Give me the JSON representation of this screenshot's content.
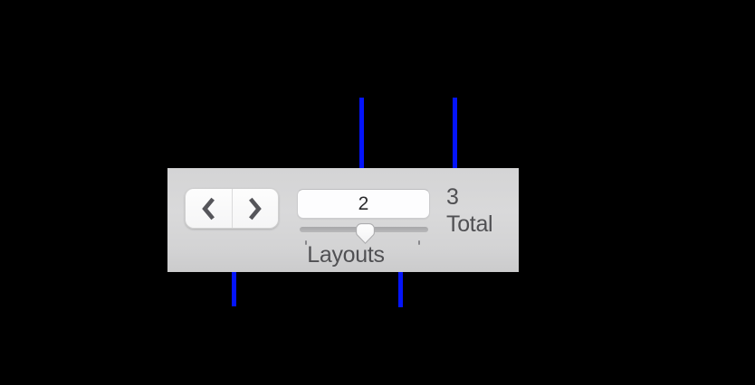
{
  "colors": {
    "background": "#000000",
    "callout_blue": "#0414fa",
    "panel_gradient_top": "#d4d4d5",
    "panel_gradient_bottom": "#cbcbcc",
    "label_text": "#505053",
    "field_text": "#2b2b2d",
    "chevron": "#55555a"
  },
  "toolbar": {
    "nav_buttons": {
      "previous_icon": "chevron-left",
      "next_icon": "chevron-right"
    },
    "page_field": {
      "value": "2"
    },
    "slider": {
      "label": "Layouts",
      "value": 2,
      "min": 1,
      "max": 3,
      "thumb_position_fraction": 0.51
    },
    "total": {
      "count": "3",
      "label": "Total"
    }
  }
}
